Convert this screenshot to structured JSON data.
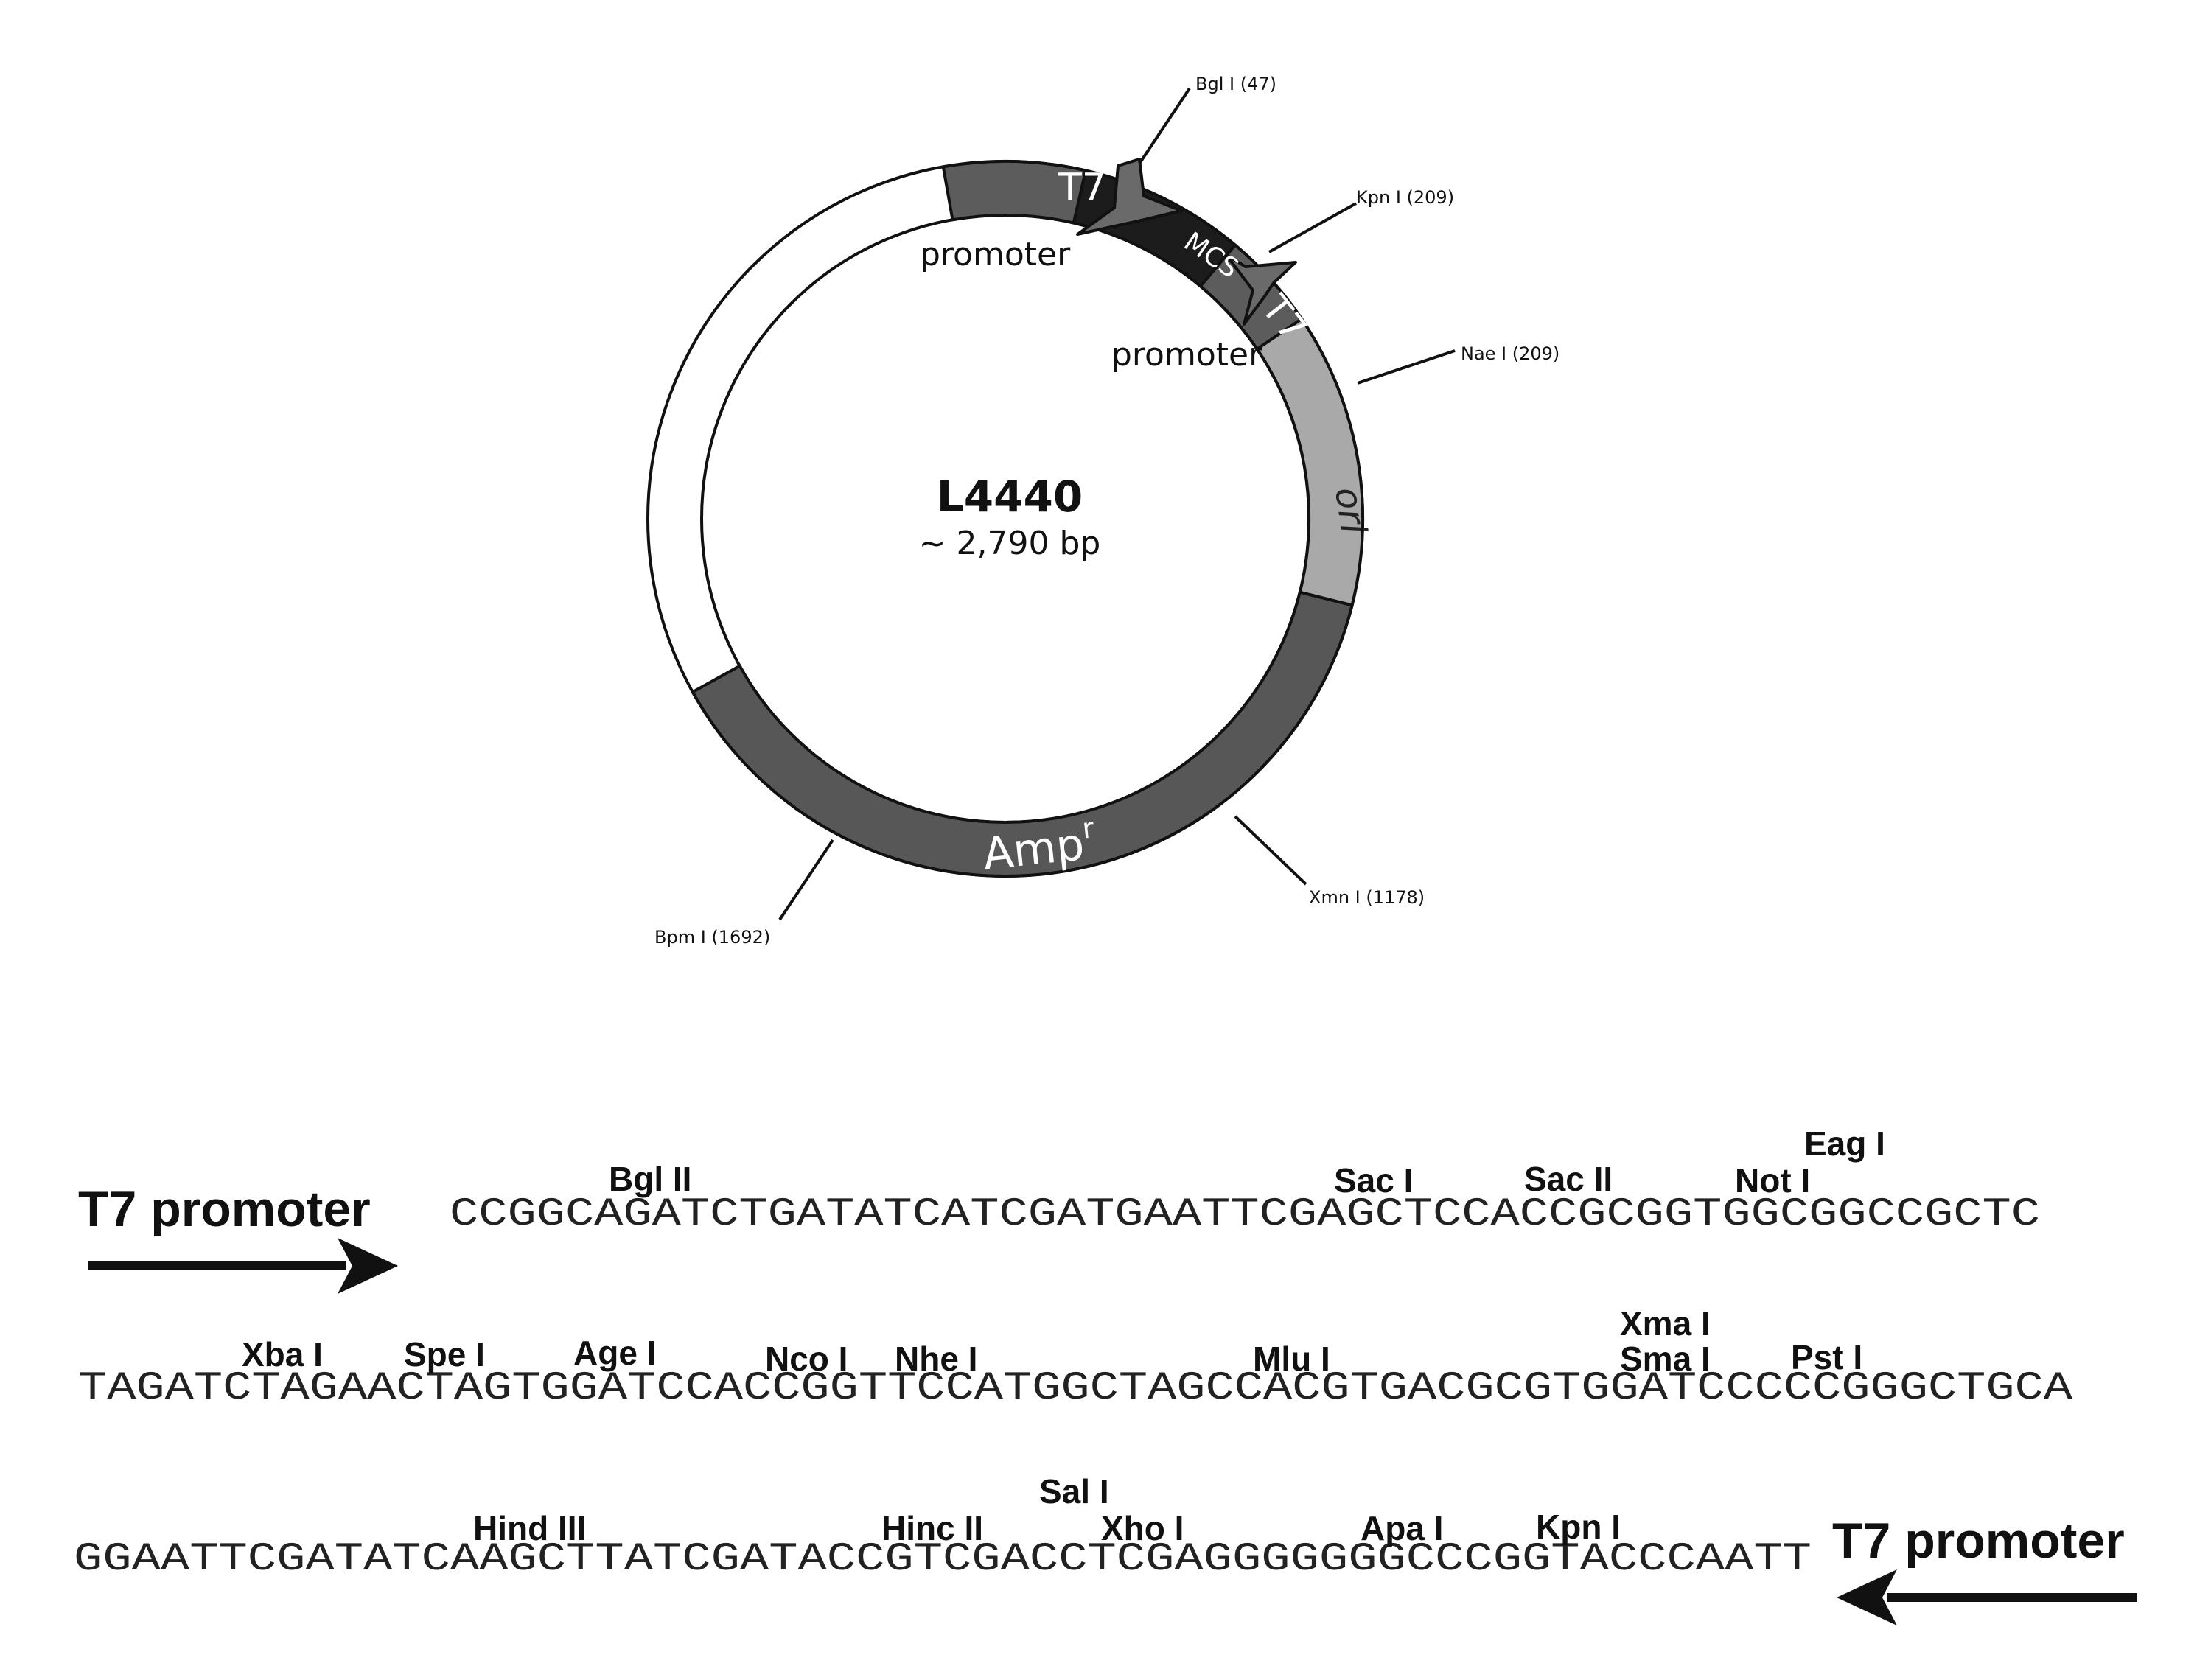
{
  "plasmid": {
    "name": "L4440",
    "size": "~ 2,790 bp",
    "features": {
      "t7_left": "T7",
      "t7_right": "T7",
      "mcs": "MCS",
      "ori": "ori",
      "amp": "Amp",
      "amp_sup": "r",
      "promoter_left": "promoter",
      "promoter_right": "promoter"
    },
    "sites": [
      {
        "label": "Bgl I (47)"
      },
      {
        "label": "Kpn I (209)"
      },
      {
        "label": "Nae I (209)"
      },
      {
        "label": "Xmn I (1178)"
      },
      {
        "label": "Bpm I (1692)"
      }
    ]
  },
  "mcs_map": {
    "t7_promoter_left": "T7 promoter",
    "t7_promoter_right": "T7 promoter",
    "rows": [
      {
        "sequence": "CCGGCAGATCTGATATCATCGATGAATTCGAGCTCCACCGCGGTGGCGGCCGCTC",
        "enzymes": [
          "Bgl II",
          "Sac I",
          "Sac II",
          "Not I",
          "Eag I"
        ]
      },
      {
        "sequence": "TAGATCTAGAACTAGTGGATCCACCGGTTCCATGGCTAGCCACGTGACGCGTGGATCCCCCGGGCTGCA",
        "enzymes": [
          "Xba I",
          "Spe I",
          "Age I",
          "Nco I",
          "Nhe I",
          "Mlu I",
          "Xma I",
          "Sma I",
          "Pst I"
        ]
      },
      {
        "sequence": "GGAATTCGATATCAAGCTTATCGATACCGTCGACCTCGAGGGGGGGCCCGGTACCCAATT",
        "enzymes": [
          "Hind III",
          "Hinc II",
          "Sal I",
          "Xho I",
          "Apa I",
          "Kpn I"
        ]
      }
    ]
  },
  "colors": {
    "t7": "#5c5c5c",
    "mcs": "#1c1c1c",
    "ori": "#a9a9a9",
    "amp": "#575757",
    "outline": "#111111"
  }
}
